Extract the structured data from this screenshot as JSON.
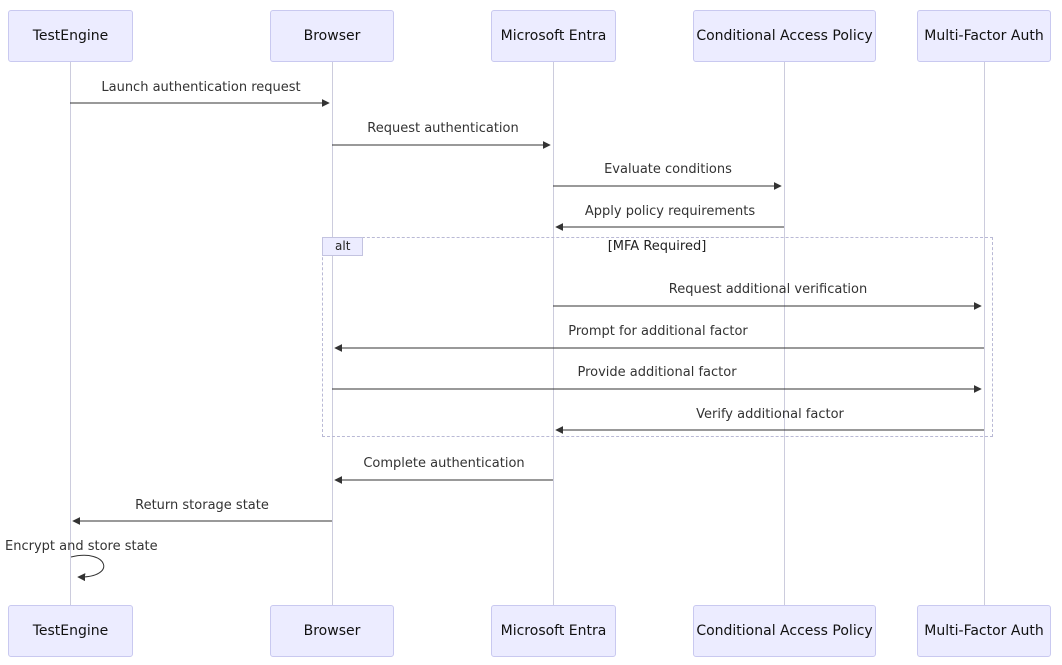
{
  "diagram": {
    "type": "sequence",
    "participants": [
      {
        "label": "TestEngine"
      },
      {
        "label": "Browser"
      },
      {
        "label": "Microsoft Entra"
      },
      {
        "label": "Conditional Access Policy"
      },
      {
        "label": "Multi-Factor Auth"
      }
    ],
    "messages": [
      {
        "from": "TestEngine",
        "to": "Browser",
        "label": "Launch authentication request"
      },
      {
        "from": "Browser",
        "to": "Microsoft Entra",
        "label": "Request authentication"
      },
      {
        "from": "Microsoft Entra",
        "to": "Conditional Access Policy",
        "label": "Evaluate conditions"
      },
      {
        "from": "Conditional Access Policy",
        "to": "Microsoft Entra",
        "label": "Apply policy requirements"
      },
      {
        "from": "Microsoft Entra",
        "to": "Multi-Factor Auth",
        "label": "Request additional verification"
      },
      {
        "from": "Multi-Factor Auth",
        "to": "Browser",
        "label": "Prompt for additional factor"
      },
      {
        "from": "Browser",
        "to": "Multi-Factor Auth",
        "label": "Provide additional factor"
      },
      {
        "from": "Multi-Factor Auth",
        "to": "Microsoft Entra",
        "label": "Verify additional factor"
      },
      {
        "from": "Microsoft Entra",
        "to": "Browser",
        "label": "Complete authentication"
      },
      {
        "from": "Browser",
        "to": "TestEngine",
        "label": "Return storage state"
      },
      {
        "from": "TestEngine",
        "to": "TestEngine",
        "label": "Encrypt and store state"
      }
    ],
    "alt": {
      "label": "alt",
      "condition": "[MFA Required]"
    },
    "colors": {
      "actor_fill": "#ECECFF",
      "actor_border": "#c9c9f0",
      "lifeline": "#ccccdd",
      "arrow": "#333333",
      "frame_border": "#b9b9d5"
    }
  }
}
